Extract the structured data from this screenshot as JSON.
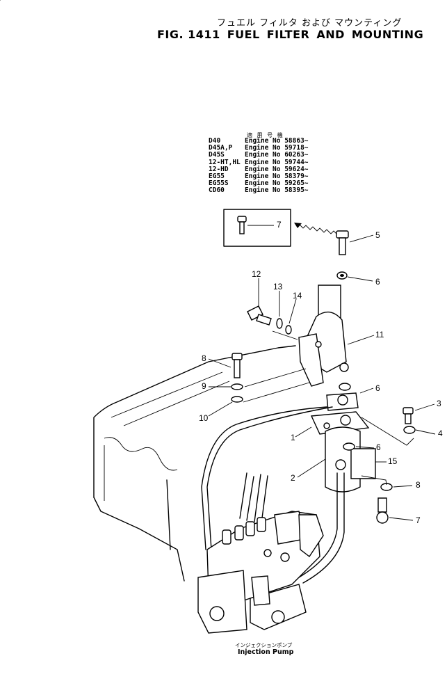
{
  "titles": {
    "jp": "フュエル フィルタ および マウンティング",
    "fig_number": "FIG. 1411",
    "fig_words": [
      "FUEL",
      "FILTER",
      "AND",
      "MOUNTING"
    ]
  },
  "applicability": {
    "header_jp": "適 用 号 機",
    "rows": [
      {
        "model": "D40",
        "engine": "Engine No 58863~"
      },
      {
        "model": "D45A,P",
        "engine": "Engine No 59718~"
      },
      {
        "model": "D45S",
        "engine": "Engine No 60263~"
      },
      {
        "model": "12-HT,HL",
        "engine": "Engine No 59744~"
      },
      {
        "model": "12-HD",
        "engine": "Engine No 59624~"
      },
      {
        "model": "EG55",
        "engine": "Engine No 58379~"
      },
      {
        "model": "EG55S",
        "engine": "Engine No 59265~"
      },
      {
        "model": "CD60",
        "engine": "Engine No 58395~"
      }
    ]
  },
  "callouts": [
    "7",
    "5",
    "6",
    "12",
    "13",
    "14",
    "11",
    "8",
    "9",
    "10",
    "6",
    "3",
    "1",
    "4",
    "6",
    "15",
    "2",
    "8",
    "7"
  ],
  "pump_label": {
    "jp": "インジェクションポンプ",
    "en": "Injection Pump"
  }
}
